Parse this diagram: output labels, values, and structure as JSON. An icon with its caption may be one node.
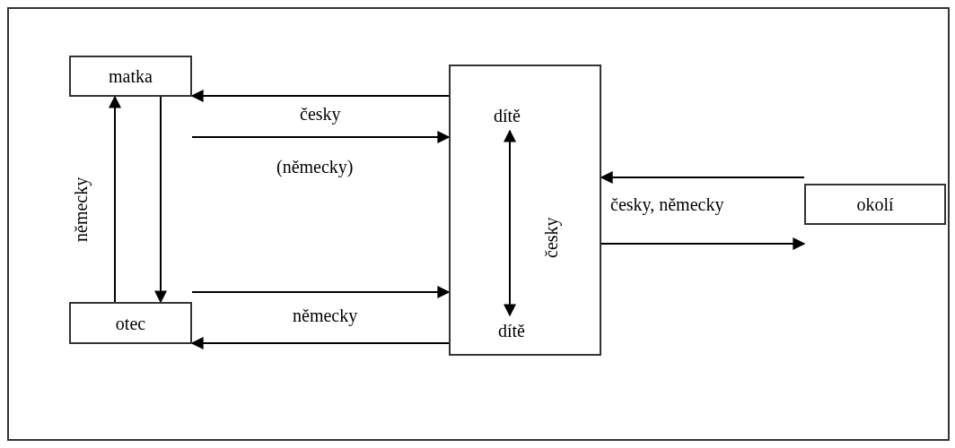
{
  "diagram": {
    "nodes": [
      {
        "text": [
          "matka"
        ]
      },
      {
        "text": [
          "otec"
        ]
      },
      {
        "text": [],
        "shape": "box"
      },
      {
        "text": [
          "dítě"
        ],
        "in": 2
      },
      {
        "text": [
          "dítě"
        ],
        "in": 2
      },
      {
        "text": [
          "okolí"
        ]
      }
    ],
    "edges": [
      {
        "from": 2,
        "to": 0,
        "arrow": "to"
      },
      {
        "from": 0,
        "to": 2,
        "arrow": "to",
        "label": "česky"
      },
      {
        "from": 1,
        "to": 0,
        "arrow": "to",
        "label": "německy"
      },
      {
        "from": 0,
        "to": 1,
        "arrow": "to"
      },
      {
        "from": 3,
        "to": 4,
        "arrow": "both",
        "label": "česky"
      },
      {
        "from": 1,
        "to": 2,
        "arrow": "to"
      },
      {
        "from": 2,
        "to": 1,
        "arrow": "to",
        "label": "německy"
      },
      {
        "from": 5,
        "to": 2,
        "arrow": "to",
        "label": "česky, německy"
      },
      {
        "from": 2,
        "to": 5,
        "arrow": "to"
      }
    ],
    "labels": [
      "(německy)"
    ]
  }
}
